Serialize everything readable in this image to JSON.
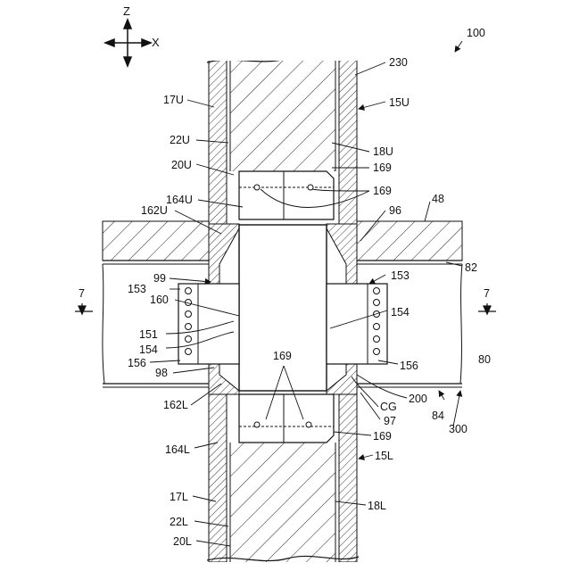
{
  "figure": {
    "reference_numeral": "100",
    "axes": {
      "vertical": "Z",
      "horizontal": "X"
    },
    "section_marker": "7"
  },
  "labels": {
    "230": "230",
    "15U": "15U",
    "17U": "17U",
    "22U": "22U",
    "18U": "18U",
    "20U": "20U",
    "169a": "169",
    "169b": "169",
    "164U": "164U",
    "48": "48",
    "162U": "162U",
    "96": "96",
    "82": "82",
    "99": "99",
    "153L": "153",
    "153R": "153",
    "160": "160",
    "7L": "7",
    "7R": "7",
    "154R": "154",
    "151": "151",
    "154L": "154",
    "80": "80",
    "156L": "156",
    "156R": "156",
    "98": "98",
    "169c": "169",
    "162L": "162L",
    "200": "200",
    "CG": "CG",
    "84": "84",
    "97": "97",
    "300": "300",
    "169d": "169",
    "164L": "164L",
    "15L": "15L",
    "17L": "17L",
    "18L": "18L",
    "22L": "22L",
    "20L": "20L"
  }
}
